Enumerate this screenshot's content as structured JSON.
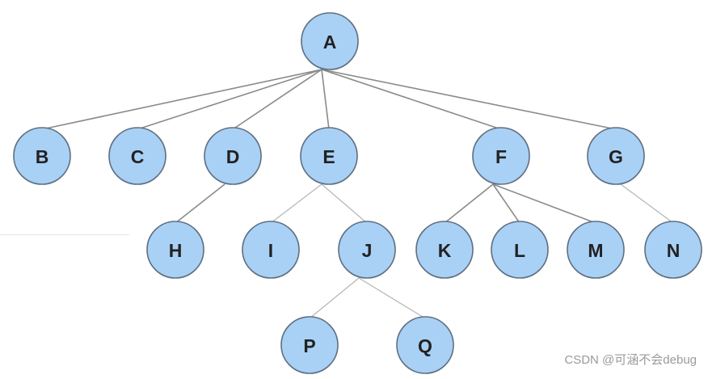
{
  "diagram": {
    "nodes": [
      {
        "id": "A",
        "label": "A"
      },
      {
        "id": "B",
        "label": "B"
      },
      {
        "id": "C",
        "label": "C"
      },
      {
        "id": "D",
        "label": "D"
      },
      {
        "id": "E",
        "label": "E"
      },
      {
        "id": "F",
        "label": "F"
      },
      {
        "id": "G",
        "label": "G"
      },
      {
        "id": "H",
        "label": "H"
      },
      {
        "id": "I",
        "label": "I"
      },
      {
        "id": "J",
        "label": "J"
      },
      {
        "id": "K",
        "label": "K"
      },
      {
        "id": "L",
        "label": "L"
      },
      {
        "id": "M",
        "label": "M"
      },
      {
        "id": "N",
        "label": "N"
      },
      {
        "id": "P",
        "label": "P"
      },
      {
        "id": "Q",
        "label": "Q"
      }
    ],
    "edges": [
      {
        "from": "A",
        "to": "B"
      },
      {
        "from": "A",
        "to": "C"
      },
      {
        "from": "A",
        "to": "D"
      },
      {
        "from": "A",
        "to": "E"
      },
      {
        "from": "A",
        "to": "F"
      },
      {
        "from": "A",
        "to": "G"
      },
      {
        "from": "D",
        "to": "H"
      },
      {
        "from": "E",
        "to": "I"
      },
      {
        "from": "E",
        "to": "J"
      },
      {
        "from": "F",
        "to": "K"
      },
      {
        "from": "F",
        "to": "L"
      },
      {
        "from": "F",
        "to": "M"
      },
      {
        "from": "G",
        "to": "N"
      },
      {
        "from": "J",
        "to": "P"
      },
      {
        "from": "J",
        "to": "Q"
      }
    ],
    "colors": {
      "node_fill": "#a9d1f6",
      "node_stroke": "#5f6f80",
      "edge": "#8a8a8a",
      "label": "#222222"
    }
  },
  "watermark": {
    "text": "CSDN @可涵不会debug"
  }
}
